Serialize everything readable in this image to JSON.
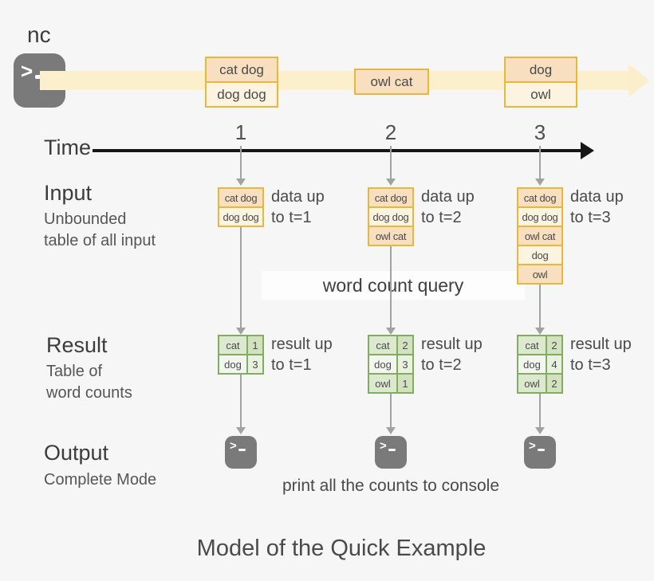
{
  "title": "Model of the Quick Example",
  "source": {
    "label": "nc"
  },
  "stream_boxes": [
    {
      "rows": [
        "cat dog",
        "dog dog"
      ]
    },
    {
      "rows": [
        "owl cat"
      ]
    },
    {
      "rows": [
        "dog",
        "owl"
      ]
    }
  ],
  "timeline": {
    "label": "Time",
    "ticks": [
      "1",
      "2",
      "3"
    ]
  },
  "input": {
    "heading": "Input",
    "sub1": "Unbounded",
    "sub2": "table of all input",
    "tables": [
      {
        "rows": [
          "cat dog",
          "dog dog"
        ],
        "cap1": "data up",
        "cap2": "to t=1"
      },
      {
        "rows": [
          "cat dog",
          "dog dog",
          "owl cat"
        ],
        "cap1": "data up",
        "cap2": "to t=2"
      },
      {
        "rows": [
          "cat dog",
          "dog dog",
          "owl cat",
          "dog",
          "owl"
        ],
        "cap1": "data up",
        "cap2": "to t=3"
      }
    ]
  },
  "query": {
    "label": "word count query"
  },
  "result": {
    "heading": "Result",
    "sub1": "Table of",
    "sub2": "word counts",
    "tables": [
      {
        "rows": [
          [
            "cat",
            "1"
          ],
          [
            "dog",
            "3"
          ]
        ],
        "cap1": "result up",
        "cap2": "to t=1"
      },
      {
        "rows": [
          [
            "cat",
            "2"
          ],
          [
            "dog",
            "3"
          ],
          [
            "owl",
            "1"
          ]
        ],
        "cap1": "result up",
        "cap2": "to t=2"
      },
      {
        "rows": [
          [
            "cat",
            "2"
          ],
          [
            "dog",
            "4"
          ],
          [
            "owl",
            "2"
          ]
        ],
        "cap1": "result up",
        "cap2": "to t=3"
      }
    ]
  },
  "output": {
    "heading": "Output",
    "sub": "Complete Mode",
    "caption": "print all the counts to console"
  },
  "colors": {
    "background": "#f5f6f5",
    "stream_band": "#fcf0cc",
    "orange_border": "#e8b83e",
    "orange_fill_dark": "#f8dfc0",
    "orange_fill_light": "#fdf3e1",
    "green_border": "#82ad60",
    "green_fill_dark": "#dde9cf",
    "green_fill_light": "#f3f6ef",
    "terminal_gray": "#7a7a7a",
    "arrow_gray": "#a2a2a2",
    "time_axis_black": "#161616"
  }
}
